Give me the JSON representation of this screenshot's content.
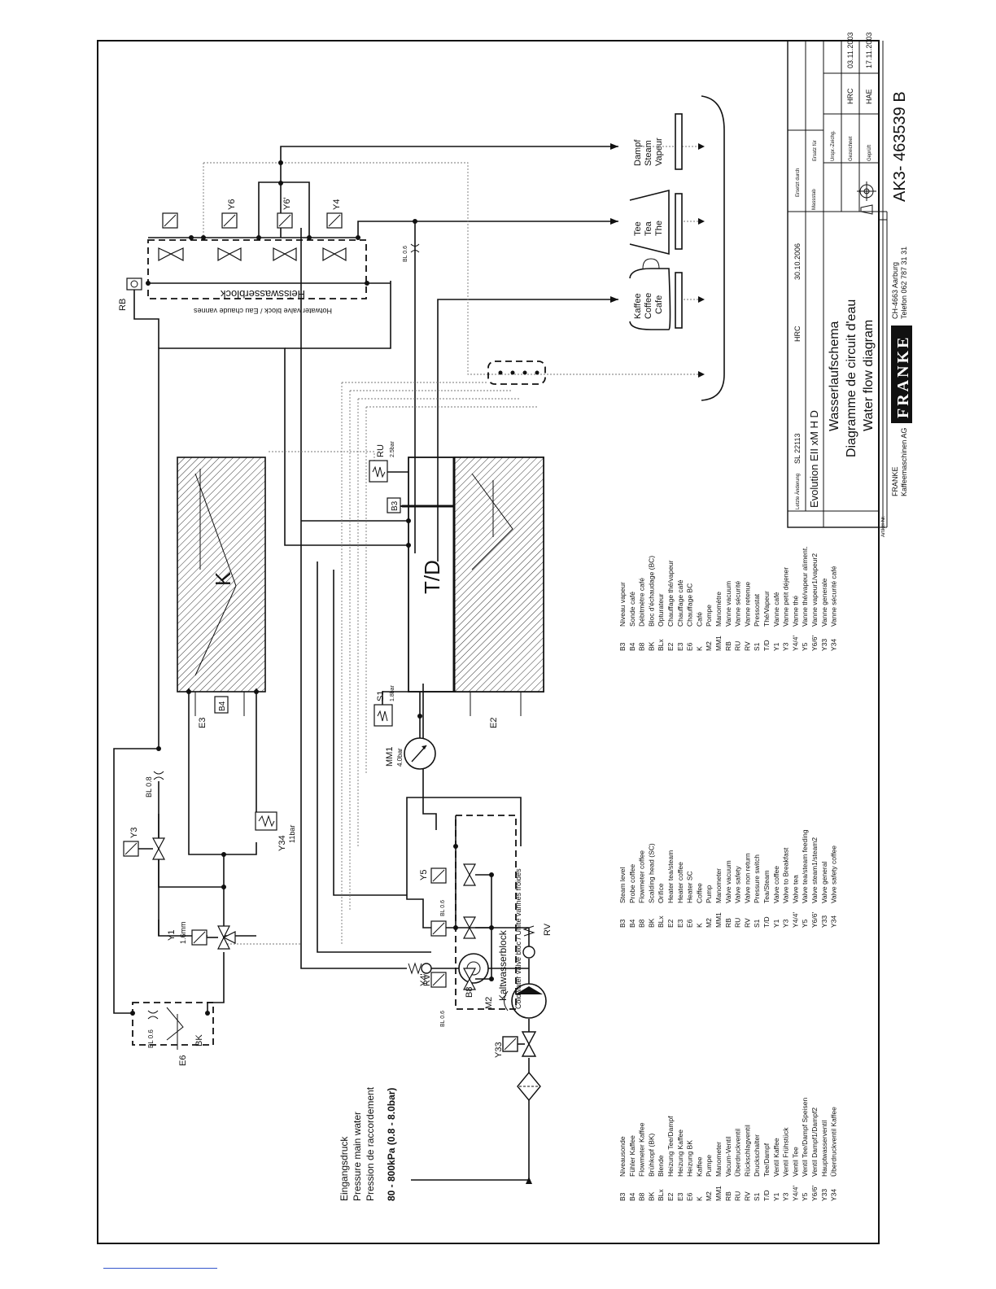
{
  "title_block": {
    "last_change_label": "Letzte Änderung",
    "last_change_ref": "SL 22113",
    "last_change_by": "HRC",
    "last_change_date": "30.10.2006",
    "product": "Evolution  EII  xM  H D",
    "title_de": "Wasserlaufschema",
    "title_fr": "Diagramme de circuit d'eau",
    "title_en": "Water flow diagram",
    "company_line1": "FRANKE",
    "company_line2": "Kaffeemaschinen AG",
    "address": "CH-4663 Aarburg",
    "phone": "Telefon 062 787 31 31",
    "logo_text": "FRANKE",
    "scale_label": "Massstab",
    "replaced_by_label": "Ersetzt durch",
    "replacement_for_label": "Ersatz für",
    "origin_drawing_label": "Urspr.-Zeichg.",
    "drawn_label": "Gezeichnet",
    "drawn_by": "HRC",
    "drawn_date": "03.11.2003",
    "checked_label": "Geprüft",
    "checked_by": "HAE",
    "checked_date": "17.11.2003",
    "drawing_number": "AK3- 463539 B",
    "article_label": "Artikel-Nr."
  },
  "labels": {
    "k": "K",
    "td": "T/D",
    "e2": "E2",
    "e3": "E3",
    "e6": "E6",
    "b3": "B3",
    "b4": "B4",
    "b8": "B8",
    "bk": "BK",
    "rb": "RB",
    "ru": "RU",
    "ru_pressure": "2.5bar",
    "s1": "S1",
    "s1_pressure": "1.8bar",
    "mm1": "MM1",
    "mm1_pressure": "4.0bar",
    "m2": "M2",
    "rv": "RV",
    "y1": "Y1",
    "y1_size": "1.6mm",
    "y3": "Y3",
    "y4": "Y4",
    "y4_prime": "Y4'",
    "y5": "Y5",
    "y6": "Y6",
    "y6_prime": "Y6'",
    "y33": "Y33",
    "y34": "Y34",
    "y34_pressure": "11bar",
    "bl08": "BL 0.8",
    "bl06": "BL 0.6",
    "hot_block": "Heisswasserblock",
    "hot_block_sub": "Hotwater valve block / Eau chaude vannes",
    "cold_block": "Kaltwasserblock",
    "cold_block_sub": "Coldwater valve bloc / Unité vannes froides",
    "inlet_de": "Eingangsdruck",
    "inlet_en": "Pressure main water",
    "inlet_fr": "Pression de raccordement",
    "inlet_value": "80 - 800kPa (0.8 - 8.0bar)"
  },
  "outlets": [
    {
      "name": "Dampf",
      "en": "Steam",
      "fr": "Vapeur"
    },
    {
      "name": "Tee",
      "en": "Tea",
      "fr": "The"
    },
    {
      "name": "Kaffee",
      "en": "Coffee",
      "fr": "Cafe"
    }
  ],
  "legend": [
    {
      "code": "B3",
      "de": "Niveausonde",
      "en": "Steam level",
      "fr": "Niveau vapeur"
    },
    {
      "code": "B4",
      "de": "Fühler Kaffee",
      "en": "Probe coffee",
      "fr": "Sonde café"
    },
    {
      "code": "B8",
      "de": "Flowmeter Kaffee",
      "en": "Flowmeter coffee",
      "fr": "Débitmètre café"
    },
    {
      "code": "BK",
      "de": "Brühkopf (BK)",
      "en": "Scalding head (SC)",
      "fr": "Bloc d'échaudage (BC)"
    },
    {
      "code": "BLx",
      "de": "Blende",
      "en": "Orifice",
      "fr": "Opturateur"
    },
    {
      "code": "E2",
      "de": "Heizung Tee/Dampf",
      "en": "Heater tea/steam",
      "fr": "Chauffage thé/vapeur"
    },
    {
      "code": "E3",
      "de": "Heizung Kaffee",
      "en": "Heater coffee",
      "fr": "Chauffage café"
    },
    {
      "code": "E6",
      "de": "Heizung BK",
      "en": "Heater SC",
      "fr": "Chauffage BC"
    },
    {
      "code": "K",
      "de": "Kaffee",
      "en": "Coffee",
      "fr": "Café"
    },
    {
      "code": "M2",
      "de": "Pumpe",
      "en": "Pump",
      "fr": "Pompe"
    },
    {
      "code": "MM1",
      "de": "Manometer",
      "en": "Manometer",
      "fr": "Manomètre"
    },
    {
      "code": "RB",
      "de": "Vacum-Ventil",
      "en": "Valve vacuum",
      "fr": "Vanne vacuum"
    },
    {
      "code": "RU",
      "de": "Überdruckventil",
      "en": "Valve safety",
      "fr": "Vanne sécurité"
    },
    {
      "code": "RV",
      "de": "Rückschlagventil",
      "en": "Valve non return",
      "fr": "Vanne retenue"
    },
    {
      "code": "S1",
      "de": "Druckschalter",
      "en": "Pressure switch",
      "fr": "Pressostat"
    },
    {
      "code": "T/D",
      "de": "Tee/Dampf",
      "en": "Tea/Steam",
      "fr": "Thé/Vapeur"
    },
    {
      "code": "Y1",
      "de": "Ventil Kaffee",
      "en": "Valve coffee",
      "fr": "Vanne café"
    },
    {
      "code": "Y3",
      "de": "Ventil Frühstück",
      "en": "Valve to Breakfast",
      "fr": "Vanne petit déjener"
    },
    {
      "code": "Y4/4'",
      "de": "Ventil Tee",
      "en": "Valve tea",
      "fr": "Vanne thé"
    },
    {
      "code": "Y5",
      "de": "Ventil Tee/Dampf Speisen",
      "en": "Valve tea/steam feeding",
      "fr": "Vanne thé/vapeur aliment."
    },
    {
      "code": "Y6/6'",
      "de": "Ventil Dampf1/Dampf2",
      "en": "Valve steam1/steam2",
      "fr": "Vanne vapeur1/vapeur2"
    },
    {
      "code": "Y33",
      "de": "Hauptwasserventil",
      "en": "Valve general",
      "fr": "Vanne generale"
    },
    {
      "code": "Y34",
      "de": "Überdruckventil Kaffee",
      "en": "Valve safety coffee",
      "fr": "Vanne sécurité café"
    }
  ]
}
